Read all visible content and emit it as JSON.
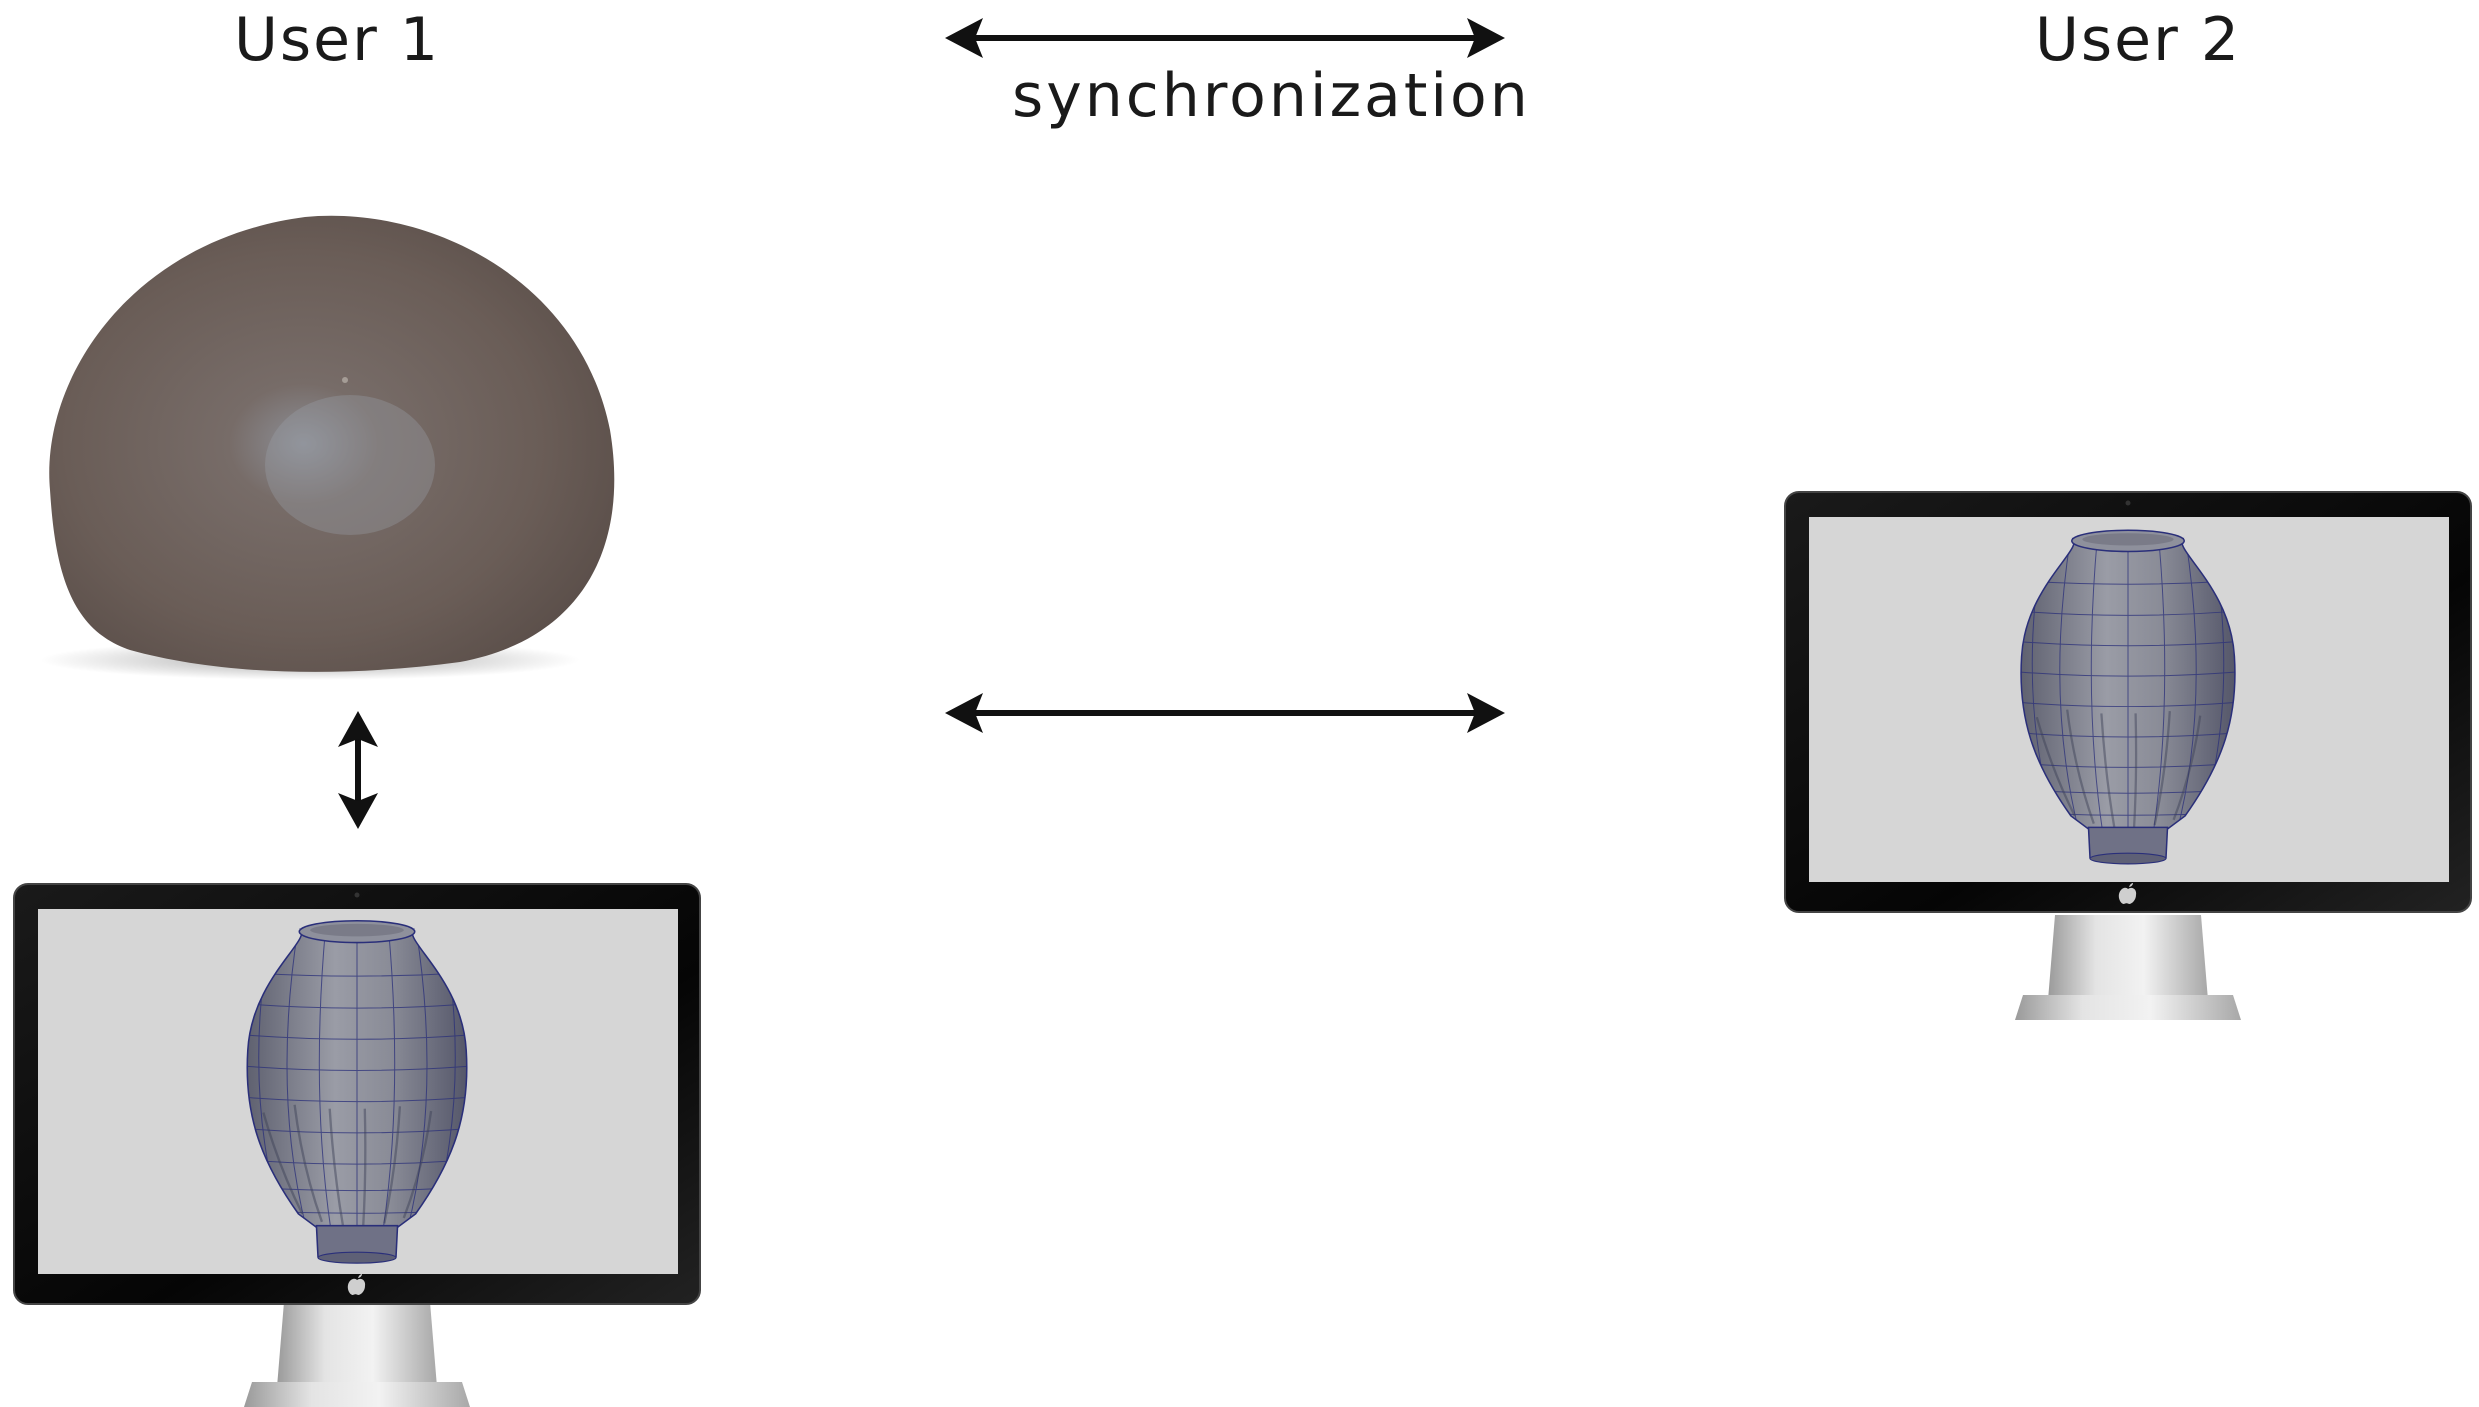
{
  "labels": {
    "user1": "User 1",
    "user2": "User 2",
    "synchronization": "synchronization"
  },
  "icons": {
    "clay": "clay-lump-icon",
    "vertical_arrow": "double-headed-vertical-arrow-icon",
    "sync_arrow": "double-headed-horizontal-arrow-icon",
    "middle_arrow": "double-headed-horizontal-arrow-icon",
    "monitor_user1": "monitor-icon",
    "monitor_user2": "monitor-icon",
    "vase": "vase-3d-model-icon",
    "apple_logo": "apple-logo-icon"
  },
  "colors": {
    "background": "#ffffff",
    "text": "#1a1a1a",
    "arrow": "#111111",
    "clay": "#6e625c",
    "clay_highlight": "#9aa0a8",
    "screen": "#d6d6d6",
    "bezel": "#0b0b0b",
    "vase": "#7d7f8c",
    "mesh": "#2a2f7a",
    "stand": "#c9c9c9"
  }
}
